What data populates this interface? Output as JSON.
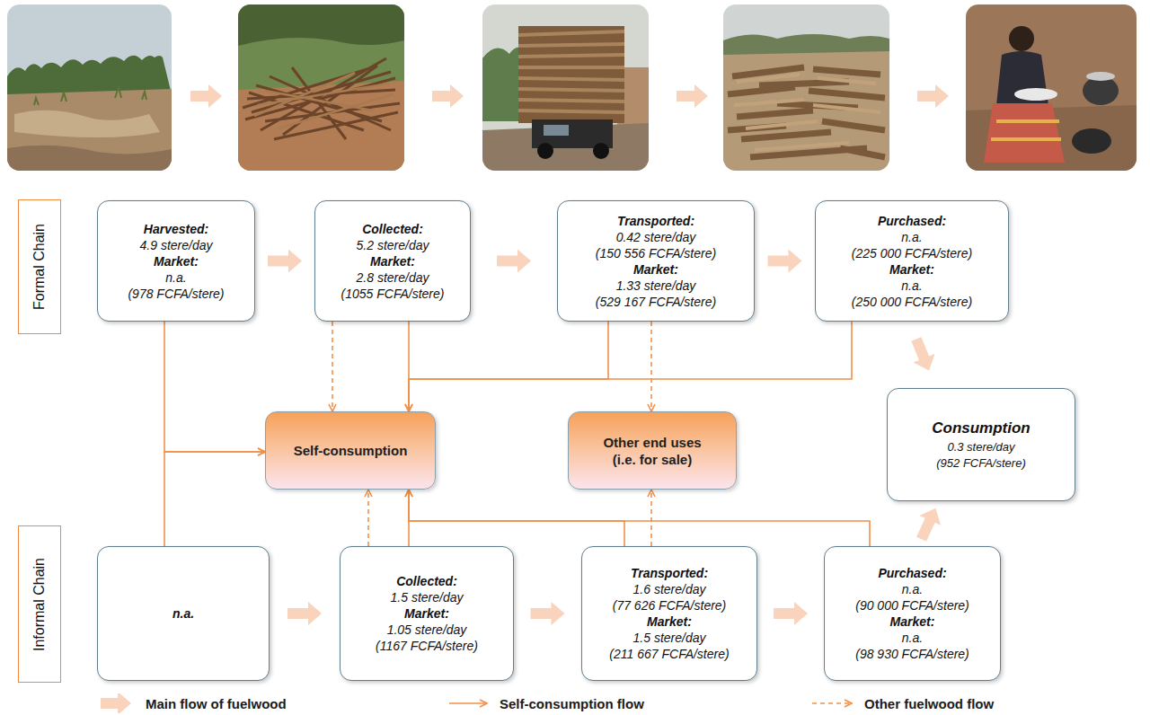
{
  "diagram": {
    "nodes": [
      {
        "text": [
          "Formal Chain"
        ]
      },
      {
        "text": [
          "Harvested:",
          "4.9 stere/day",
          "Market:",
          "n.a.",
          "(978 FCFA/stere)"
        ]
      },
      {
        "text": [
          "Collected:",
          "5.2 stere/day",
          "Market:",
          "2.8 stere/day",
          "(1055 FCFA/stere)"
        ]
      },
      {
        "text": [
          "Transported:",
          "0.42 stere/day",
          "(150 556 FCFA/stere)",
          "Market:",
          "1.33 stere/day",
          "(529 167 FCFA/stere)"
        ]
      },
      {
        "text": [
          "Purchased:",
          "n.a.",
          "(225 000 FCFA/stere)",
          "Market:",
          "n.a.",
          "(250 000 FCFA/stere)"
        ]
      },
      {
        "text": [
          "Self-consumption"
        ]
      },
      {
        "text": [
          "Other end uses (i.e. for sale)"
        ]
      },
      {
        "text": [
          "Consumption",
          "0.3 stere/day",
          "(952 FCFA/stere)"
        ]
      },
      {
        "text": [
          "Informal Chain"
        ]
      },
      {
        "text": [
          "n.a."
        ]
      },
      {
        "text": [
          "Collected:",
          "1.5 stere/day",
          "Market:",
          "1.05 stere/day",
          "(1167 FCFA/stere)"
        ]
      },
      {
        "text": [
          "Transported:",
          "1.6 stere/day",
          "(77 626 FCFA/stere)",
          "Market:",
          "1.5 stere/day",
          "(211 667 FCFA/stere)"
        ]
      },
      {
        "text": [
          "Purchased:",
          "n.a.",
          "(90 000 FCFA/stere)",
          "Market:",
          "n.a.",
          "(98 930 FCFA/stere)"
        ]
      }
    ],
    "edges": [
      {
        "from": 1,
        "to": 2,
        "arrow": "to"
      },
      {
        "from": 2,
        "to": 3,
        "arrow": "to"
      },
      {
        "from": 3,
        "to": 4,
        "arrow": "to"
      },
      {
        "from": 4,
        "to": 7,
        "arrow": "to"
      },
      {
        "from": 9,
        "to": 10,
        "arrow": "to"
      },
      {
        "from": 10,
        "to": 11,
        "arrow": "to"
      },
      {
        "from": 11,
        "to": 12,
        "arrow": "to"
      },
      {
        "from": 12,
        "to": 7,
        "arrow": "to"
      },
      {
        "from": 1,
        "to": 5,
        "arrow": "to"
      },
      {
        "from": 9,
        "to": 5,
        "arrow": "to"
      },
      {
        "from": 2,
        "to": 5,
        "arrow": "to"
      },
      {
        "from": 3,
        "to": 5,
        "arrow": "to"
      },
      {
        "from": 4,
        "to": 5,
        "arrow": "to"
      },
      {
        "from": 10,
        "to": 5,
        "arrow": "to"
      },
      {
        "from": 11,
        "to": 5,
        "arrow": "to"
      },
      {
        "from": 12,
        "to": 5,
        "arrow": "to"
      },
      {
        "from": 2,
        "to": 5,
        "arrow": "to"
      },
      {
        "from": 3,
        "to": 6,
        "arrow": "to"
      },
      {
        "from": 10,
        "to": 5,
        "arrow": "to"
      },
      {
        "from": 11,
        "to": 6,
        "arrow": "to"
      }
    ],
    "legend": [
      {
        "text": "Main flow of fuelwood"
      },
      {
        "text": "Self-consumption flow"
      },
      {
        "text": "Other fuelwood flow"
      }
    ]
  }
}
